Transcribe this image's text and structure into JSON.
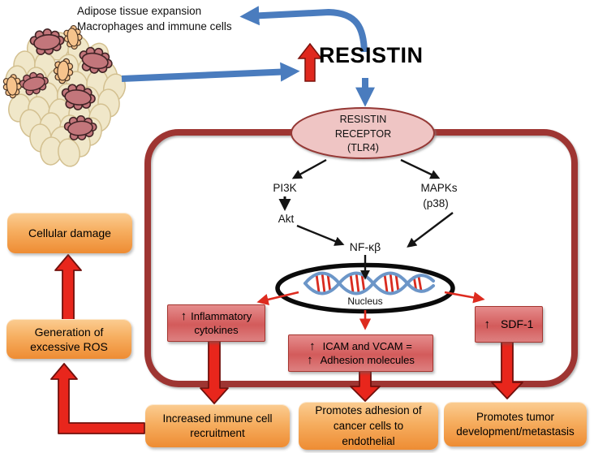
{
  "top": {
    "adipose_line1": "Adipose tissue expansion",
    "adipose_line2": "Macrophages and immune cells",
    "resistin_title": "RESISTIN"
  },
  "receptor": {
    "line1": "RESISTIN",
    "line2": "RECEPTOR",
    "line3": "(TLR4)"
  },
  "pathway": {
    "pi3k": "PI3K",
    "akt": "Akt",
    "mapks": "MAPKs",
    "p38": "(p38)",
    "nfkb": "NF-κβ",
    "nucleus": "Nucleus"
  },
  "red_boxes": {
    "inflammatory": {
      "line1": "Inflammatory",
      "line2": "cytokines"
    },
    "icam": {
      "line1": "ICAM and VCAM =",
      "line2": "Adhesion molecules"
    },
    "sdf1": {
      "label": "SDF-1"
    }
  },
  "orange_boxes": {
    "cellular_damage": "Cellular damage",
    "ros_line1": "Generation of",
    "ros_line2": "excessive ROS",
    "immune_line1": "Increased immune cell",
    "immune_line2": "recruitment",
    "adhesion_line1": "Promotes adhesion of",
    "adhesion_line2": "cancer cells to",
    "adhesion_line3": "endothelial",
    "tumor_line1": "Promotes tumor",
    "tumor_line2": "development/metastasis"
  },
  "glyphs": {
    "up_arrow": "↑"
  },
  "colors": {
    "blue_arrow": "#4A7CBE",
    "red_arrow": "#E8261C",
    "container_border": "#9E3532",
    "receptor_fill": "#EFC5C4",
    "red_box_fill": "#D35B5B",
    "orange_box_fill": "#F6AE60",
    "adipocyte_fill": "#F0E7C9",
    "macrophage_fill": "#C3767B",
    "immune_cell_fill": "#F6C38C"
  }
}
